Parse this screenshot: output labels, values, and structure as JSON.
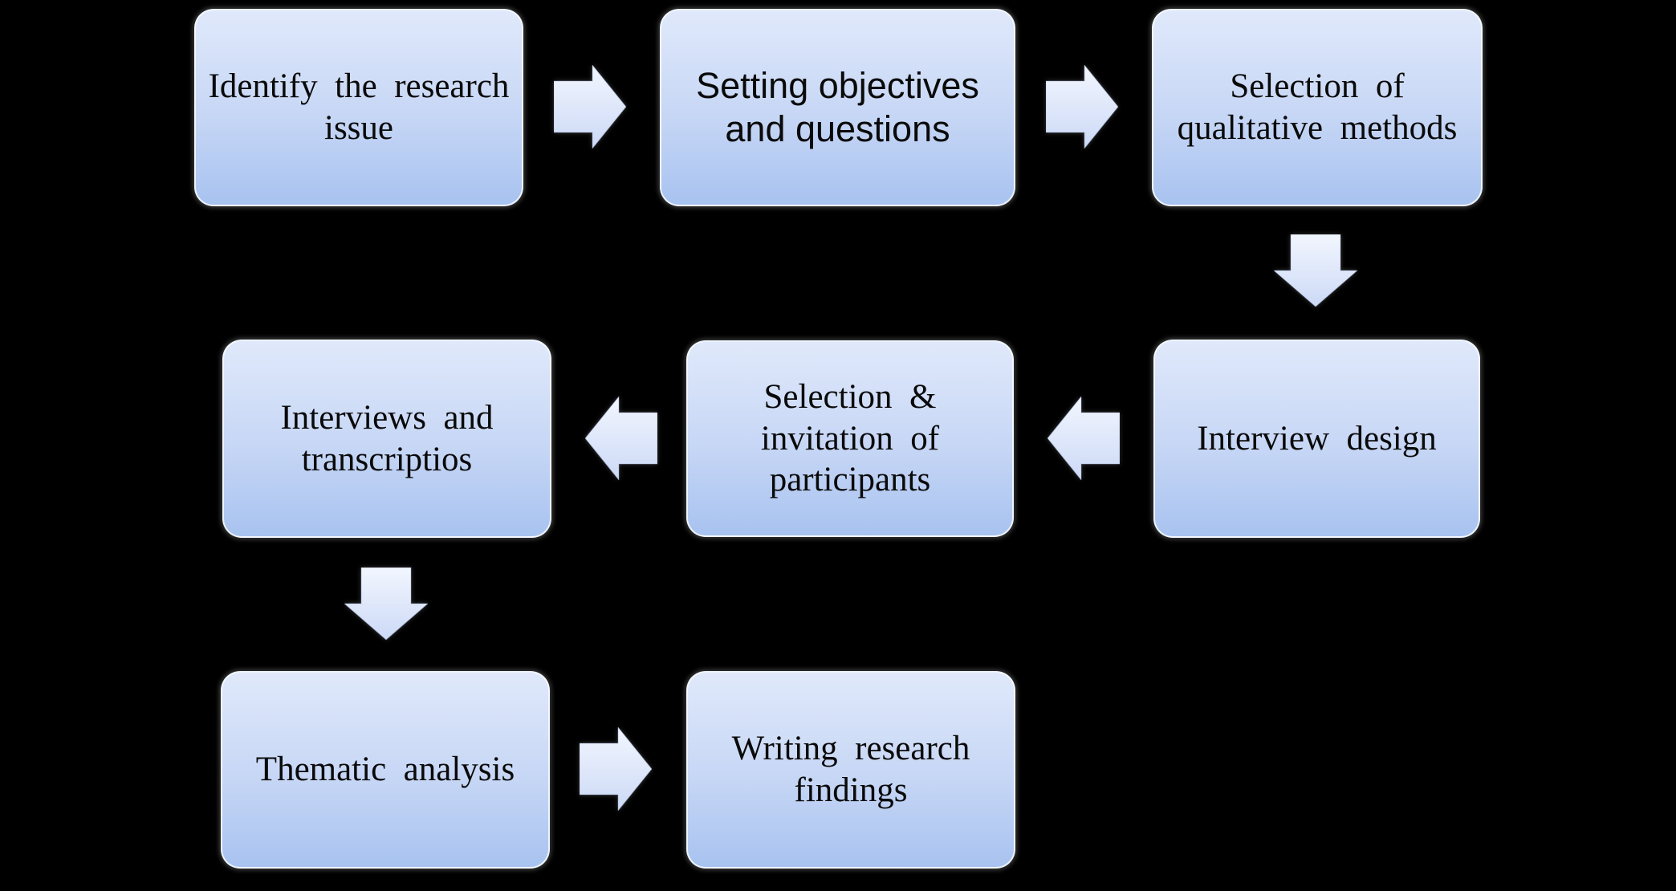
{
  "flowchart": {
    "nodes": [
      {
        "id": "identify",
        "label": "Identify the research issue"
      },
      {
        "id": "objectives",
        "label": "Setting objectives and questions"
      },
      {
        "id": "methods",
        "label": "Selection of qualitative methods"
      },
      {
        "id": "interview-design",
        "label": "Interview design"
      },
      {
        "id": "participants",
        "label": "Selection & invitation of participants"
      },
      {
        "id": "interviews",
        "label": "Interviews and transcriptios"
      },
      {
        "id": "thematic",
        "label": "Thematic analysis"
      },
      {
        "id": "findings",
        "label": "Writing research findings"
      }
    ],
    "connectors": [
      {
        "from": "identify",
        "to": "objectives",
        "direction": "right"
      },
      {
        "from": "objectives",
        "to": "methods",
        "direction": "right"
      },
      {
        "from": "methods",
        "to": "interview-design",
        "direction": "down"
      },
      {
        "from": "interview-design",
        "to": "participants",
        "direction": "left"
      },
      {
        "from": "participants",
        "to": "interviews",
        "direction": "left"
      },
      {
        "from": "interviews",
        "to": "thematic",
        "direction": "down"
      },
      {
        "from": "thematic",
        "to": "findings",
        "direction": "right"
      }
    ],
    "colors": {
      "background": "#000000",
      "text": "#0a0a0a",
      "node_gradient_top": "#e0e9fb",
      "node_gradient_mid": "#c6d6f5",
      "node_gradient_bottom": "#a8c3f0",
      "arrow_gradient_top": "#f2f6fe",
      "arrow_gradient_bottom": "#ccd9f6"
    }
  }
}
